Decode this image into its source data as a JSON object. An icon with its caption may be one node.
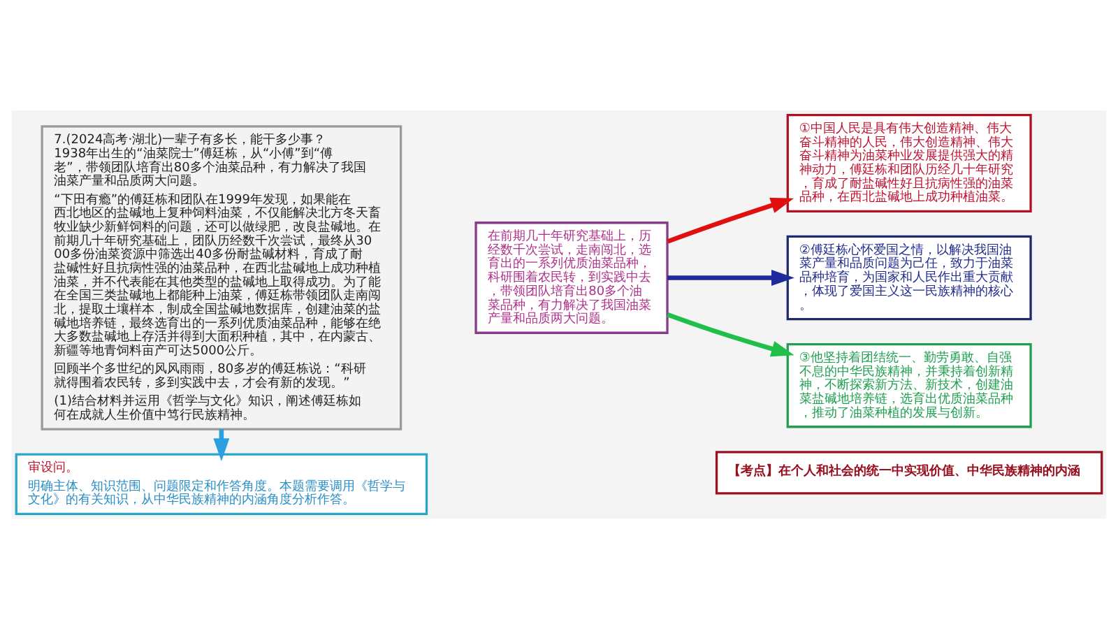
{
  "diagram": {
    "nodes": [
      {
        "text": [
          "7.(2024高考·湖北)一辈子有多长，能干多少事？1938年出生的“油菜院士”傅廷栋，从“小傅”到“傅老”，带领团队培育出80多个油菜品种，有力解决了我国油菜产量和品质两大问题。",
          "“下田有瘾”的傅廷栋和团队在1999年发现，如果能在西北地区的盐碱地上复种饲料油菜，不仅能解决北方冬天畜牧业缺少新鲜饲料的问题，还可以做绿肥，改良盐碱地。在前期几十年研究基础上，团队历经数千次尝试，最终从3000多份油菜资源中筛选出40多份耐盐碱材料，育成了耐盐碱性好且抗病性强的油菜品种，在西北盐碱地上成功种植油菜，并不代表能在其他类型的盐碱地上取得成功。为了能在全国三类盐碱地上都能种上油菜，傅廷栋带领团队走南闯北，提取土壤样本，制成全国盐碱地数据库，创建油菜的盐碱地培养链，最终选育出的一系列优质油菜品种，能够在绝大多数盐碱地上存活并得到大面积种植，其中，在内蒙古、新疆等地青饲料亩产可达5000公斤。",
          "回顾半个多世纪的风风雨雨，80多岁的傅廷栋说：“科研就得围着农民转，多到实践中去，才会有新的发现。”",
          "(1)结合材料并运用《哲学与文化》知识，阐述傅廷栋如何在成就人生价值中笃行民族精神。"
        ]
      },
      {
        "text": [
          "审设问。",
          "明确主体、知识范围、问题限定和作答角度。本题需要调用《哲学与文化》的有关知识，从中华民族精神的内涵角度分析作答。"
        ]
      },
      {
        "text": [
          "在前期几十年研究基础上，历经数千次尝试，走南闯北，选育出的一系列优质油菜品种，科研围着农民转，到实践中去，带领团队培育出80多个油菜品种，有力解决了我国油菜产量和品质两大问题。"
        ]
      },
      {
        "text": [
          "①中国人民是具有伟大创造精神、伟大奋斗精神的人民，伟大创造精神、伟大奋斗精神为油菜种业发展提供强大的精神动力，傅廷栋和团队历经几十年研究，育成了耐盐碱性好且抗病性强的油菜品种，在西北盐碱地上成功种植油菜。"
        ]
      },
      {
        "text": [
          "②傅廷栋心怀爱国之情，以解决我国油菜产量和品质问题为己任，致力于油菜品种培育，为国家和人民作出重大贡献，体现了爱国主义这一民族精神的核心。"
        ]
      },
      {
        "text": [
          "③他坚持着团结统一、勤劳勇敢、自强不息的中华民族精神，并秉持着创新精神，不断探索新方法、新技术，创建油菜盐碱地培养链，选育出优质油菜品种，推动了油菜种植的发展与创新。"
        ]
      },
      {
        "text": [
          "【考点】在个人和社会的统一中实现价值、中华民族精神的内涵"
        ]
      }
    ],
    "edges": [
      {
        "from": 0,
        "to": 1,
        "arrow": "to",
        "color": "#2b9fe0"
      },
      {
        "from": 2,
        "to": 3,
        "arrow": "to",
        "color": "#e01010"
      },
      {
        "from": 2,
        "to": 4,
        "arrow": "to",
        "color": "#1f2a9c"
      },
      {
        "from": 2,
        "to": 5,
        "arrow": "to",
        "color": "#1fbf4a"
      }
    ]
  }
}
